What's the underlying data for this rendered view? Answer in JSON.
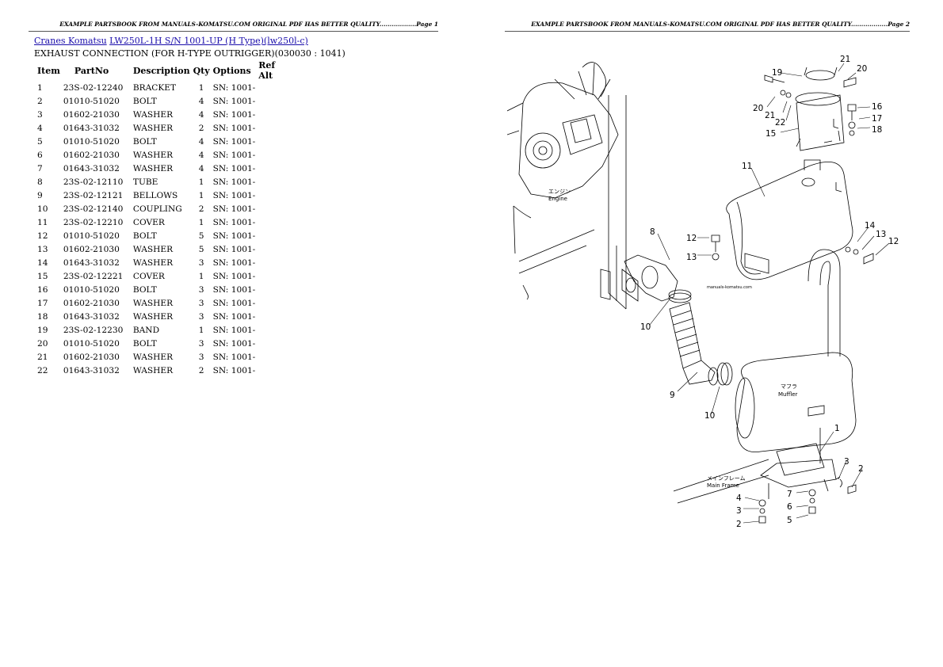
{
  "headers": {
    "left": "EXAMPLE PARTSBOOK FROM MANUALS-KOMATSU.COM ORIGINAL PDF HAS BETTER QUALITY..................Page 1",
    "right": "EXAMPLE PARTSBOOK FROM MANUALS-KOMATSU.COM ORIGINAL PDF HAS BETTER QUALITY..................Page 2"
  },
  "breadcrumb": {
    "link1": "Cranes Komatsu",
    "link2": "LW250L-1H S/N 1001-UP (H Type)(lw250l-c)"
  },
  "subtitle": "EXHAUST CONNECTION (FOR H-TYPE OUTRIGGER)(030030 : 1041)",
  "table": {
    "columns": [
      "Item",
      "PartNo",
      "Description",
      "Qty",
      "Options",
      "Ref Alt"
    ],
    "rows": [
      [
        "1",
        "23S-02-12240",
        "BRACKET",
        "1",
        "SN: 1001-",
        ""
      ],
      [
        "2",
        "01010-51020",
        "BOLT",
        "4",
        "SN: 1001-",
        ""
      ],
      [
        "3",
        "01602-21030",
        "WASHER",
        "4",
        "SN: 1001-",
        ""
      ],
      [
        "4",
        "01643-31032",
        "WASHER",
        "2",
        "SN: 1001-",
        ""
      ],
      [
        "5",
        "01010-51020",
        "BOLT",
        "4",
        "SN: 1001-",
        ""
      ],
      [
        "6",
        "01602-21030",
        "WASHER",
        "4",
        "SN: 1001-",
        ""
      ],
      [
        "7",
        "01643-31032",
        "WASHER",
        "4",
        "SN: 1001-",
        ""
      ],
      [
        "8",
        "23S-02-12110",
        "TUBE",
        "1",
        "SN: 1001-",
        ""
      ],
      [
        "9",
        "23S-02-12121",
        "BELLOWS",
        "1",
        "SN: 1001-",
        ""
      ],
      [
        "10",
        "23S-02-12140",
        "COUPLING",
        "2",
        "SN: 1001-",
        ""
      ],
      [
        "11",
        "23S-02-12210",
        "COVER",
        "1",
        "SN: 1001-",
        ""
      ],
      [
        "12",
        "01010-51020",
        "BOLT",
        "5",
        "SN: 1001-",
        ""
      ],
      [
        "13",
        "01602-21030",
        "WASHER",
        "5",
        "SN: 1001-",
        ""
      ],
      [
        "14",
        "01643-31032",
        "WASHER",
        "3",
        "SN: 1001-",
        ""
      ],
      [
        "15",
        "23S-02-12221",
        "COVER",
        "1",
        "SN: 1001-",
        ""
      ],
      [
        "16",
        "01010-51020",
        "BOLT",
        "3",
        "SN: 1001-",
        ""
      ],
      [
        "17",
        "01602-21030",
        "WASHER",
        "3",
        "SN: 1001-",
        ""
      ],
      [
        "18",
        "01643-31032",
        "WASHER",
        "3",
        "SN: 1001-",
        ""
      ],
      [
        "19",
        "23S-02-12230",
        "BAND",
        "1",
        "SN: 1001-",
        ""
      ],
      [
        "20",
        "01010-51020",
        "BOLT",
        "3",
        "SN: 1001-",
        ""
      ],
      [
        "21",
        "01602-21030",
        "WASHER",
        "3",
        "SN: 1001-",
        ""
      ],
      [
        "22",
        "01643-31032",
        "WASHER",
        "2",
        "SN: 1001-",
        ""
      ]
    ]
  },
  "diagram": {
    "labels": {
      "engine_jp": "エンジン",
      "engine": "Engine",
      "muffler_jp": "マフラ",
      "muffler": "Muffler",
      "frame_jp": "メインフレーム",
      "frame": "Main Frame",
      "watermark": "manuals-komatsu.com"
    },
    "callouts": [
      "21",
      "20",
      "19",
      "20",
      "21",
      "22",
      "16",
      "17",
      "18",
      "15",
      "11",
      "14",
      "13",
      "12",
      "12",
      "13",
      "8",
      "10",
      "9",
      "10",
      "1",
      "3",
      "2",
      "7",
      "6",
      "5",
      "4",
      "3",
      "2"
    ]
  }
}
